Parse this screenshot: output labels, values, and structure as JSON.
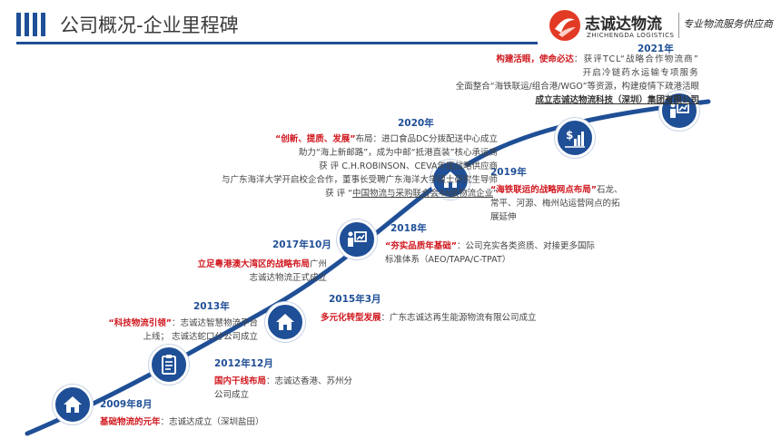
{
  "header": {
    "title": "公司概况-企业里程碑",
    "logo_cn": "志诚达物流",
    "logo_en": "ZHICHENGDA LOGISTICS",
    "slogan": "专业物流服务供应商"
  },
  "colors": {
    "primary": "#1f4f96",
    "accent_red": "#d0181f",
    "text": "#444444"
  },
  "milestones": {
    "m2009": {
      "year": "2009年8月",
      "highlight": "基础物流的元年",
      "text": "：志诚达成立（深圳盐田）",
      "icon": "house-icon"
    },
    "m2012": {
      "year": "2012年12月",
      "highlight": "国内干线布局",
      "text1": "：志诚达香港、苏州分",
      "text2": "公司成立"
    },
    "m2013": {
      "year": "2013年",
      "highlight": "“科技物流引领”",
      "text1": "：志诚达智慧物流平台",
      "text2": "上线；  志诚达蛇口分公司成立",
      "icon": "clipboard-icon"
    },
    "m2015": {
      "year": "2015年3月",
      "highlight": "多元化转型发展",
      "text": "：广东志诚达再生能源物流有限公司成立",
      "icon": "house-icon"
    },
    "m2017": {
      "year": "2017年10月",
      "highlight": "立足粤港澳大湾区的战略布局",
      "text1": "广州",
      "text2": "志诚达物流正式成立",
      "icon": "presentation-icon"
    },
    "m2018": {
      "year": "2018年",
      "highlight": "“夯实品质年基础”",
      "text1": "：公司充实各类资质、对接更多国际",
      "text2": "标准体系（AEO/TAPA/C-TPAT）"
    },
    "m2019": {
      "year": "2019年",
      "highlight": "“海铁联运的战略网点布局”",
      "text1": "石龙、",
      "text2": "常平、河源、梅州站运营网点的拓",
      "text3": "展延伸",
      "icon": "house-icon"
    },
    "m2020": {
      "year": "2020年",
      "highlight": "“创新、提质、发展”",
      "line1_rest": "布局：进口食品DC分拨配送中心成立",
      "line2": "助力“海上新邮路”，成为中邮“抵港直装”核心承运商",
      "line3": "获 评 C.H.ROBINSON、CEVA年度战略供应商",
      "line4": "与广东海洋大学开启校企合作，董事长受聘广东海洋大学硕士研究生导师",
      "line5_pre": "获 评 “",
      "line5_ul": "中国物流与采购联合会4A级物流企业",
      "line5_post": "”"
    },
    "m2021": {
      "year": "2021年",
      "highlight": "构建活眼，使命必达",
      "line1_rest": "：获评TCL“战略合作物流商”",
      "line2": "开启冷链药水运输专项服务",
      "line3": "全面整合“海铁联运/组合港/WGO”等资源，构建疫情下疏港活眼",
      "line4": "成立志诚达物流科技（深圳）集团有限公司",
      "icon": "chart-board-icon"
    },
    "m2020_icon": "dollar-chart-icon"
  }
}
